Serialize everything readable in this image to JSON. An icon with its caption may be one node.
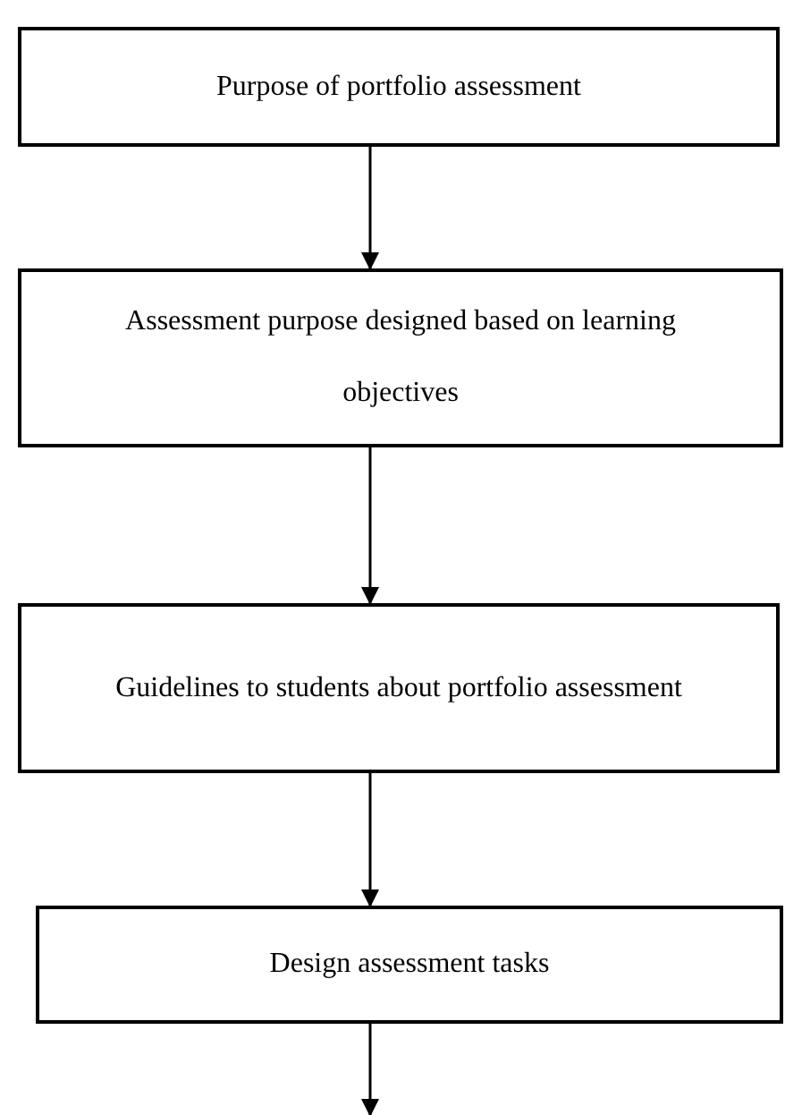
{
  "diagram": {
    "nodes": [
      {
        "text": [
          "Purpose of portfolio assessment"
        ]
      },
      {
        "text": [
          "Assessment purpose designed based on learning objectives"
        ]
      },
      {
        "text": [
          "Guidelines to students about portfolio assessment"
        ]
      },
      {
        "text": [
          "Design assessment tasks"
        ]
      }
    ],
    "edges": [
      {
        "from": 0,
        "to": 1,
        "arrow": "to"
      },
      {
        "from": 1,
        "to": 2,
        "arrow": "to"
      },
      {
        "from": 2,
        "to": 3,
        "arrow": "to"
      },
      {
        "from": 3,
        "to": null,
        "arrow": "to"
      }
    ]
  }
}
